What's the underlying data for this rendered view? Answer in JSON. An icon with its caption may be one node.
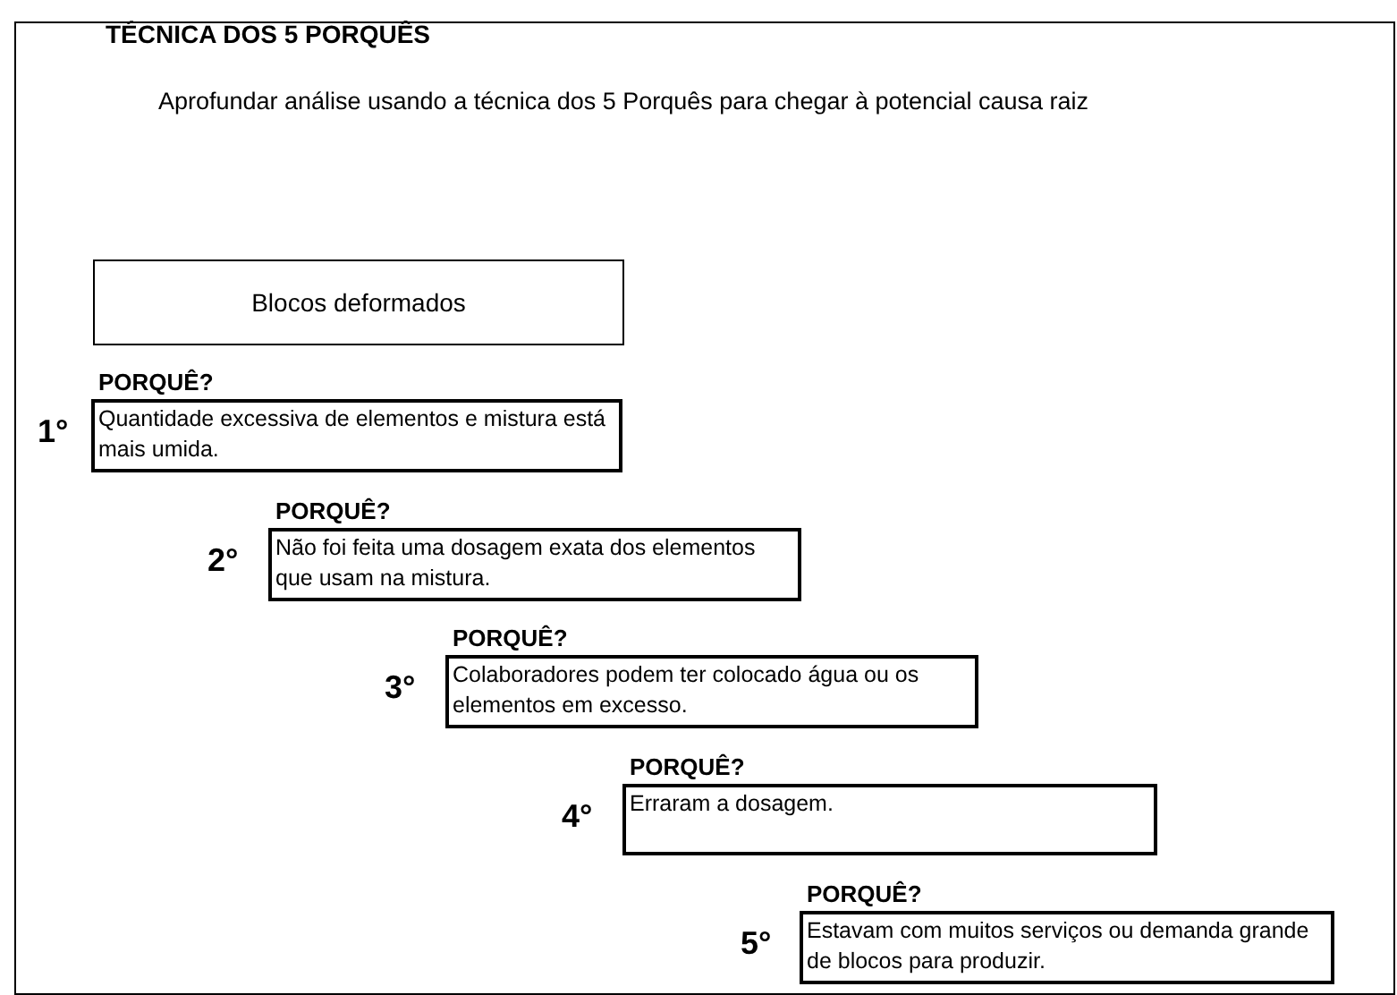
{
  "diagram": {
    "nodes": [
      {
        "text": [
          "TÉCNICA DOS 5 PORQUÊS",
          "Aprofundar análise usando a técnica dos 5 Porquês para chegar à potencial causa raiz"
        ]
      },
      {
        "text": [
          "Blocos deformados"
        ],
        "in": 0
      },
      {
        "text": [
          "PORQUÊ?",
          "Quantidade excessiva de elementos e mistura está mais umida."
        ],
        "beside": [
          "1°"
        ],
        "in": 0
      },
      {
        "text": [
          "PORQUÊ?",
          "Não foi feita uma dosagem exata dos elementos que usam na mistura."
        ],
        "beside": [
          "2°"
        ],
        "in": 0
      },
      {
        "text": [
          "PORQUÊ?",
          "Colaboradores podem ter colocado água ou os elementos em excesso."
        ],
        "beside": [
          "3°"
        ],
        "in": 0
      },
      {
        "text": [
          "PORQUÊ?",
          "Erraram a dosagem."
        ],
        "beside": [
          "4°"
        ],
        "in": 0
      },
      {
        "text": [
          "PORQUÊ?",
          "Estavam com muitos serviços ou demanda grande de blocos para produzir."
        ],
        "beside": [
          "5°"
        ],
        "in": 0
      }
    ],
    "edges": []
  }
}
